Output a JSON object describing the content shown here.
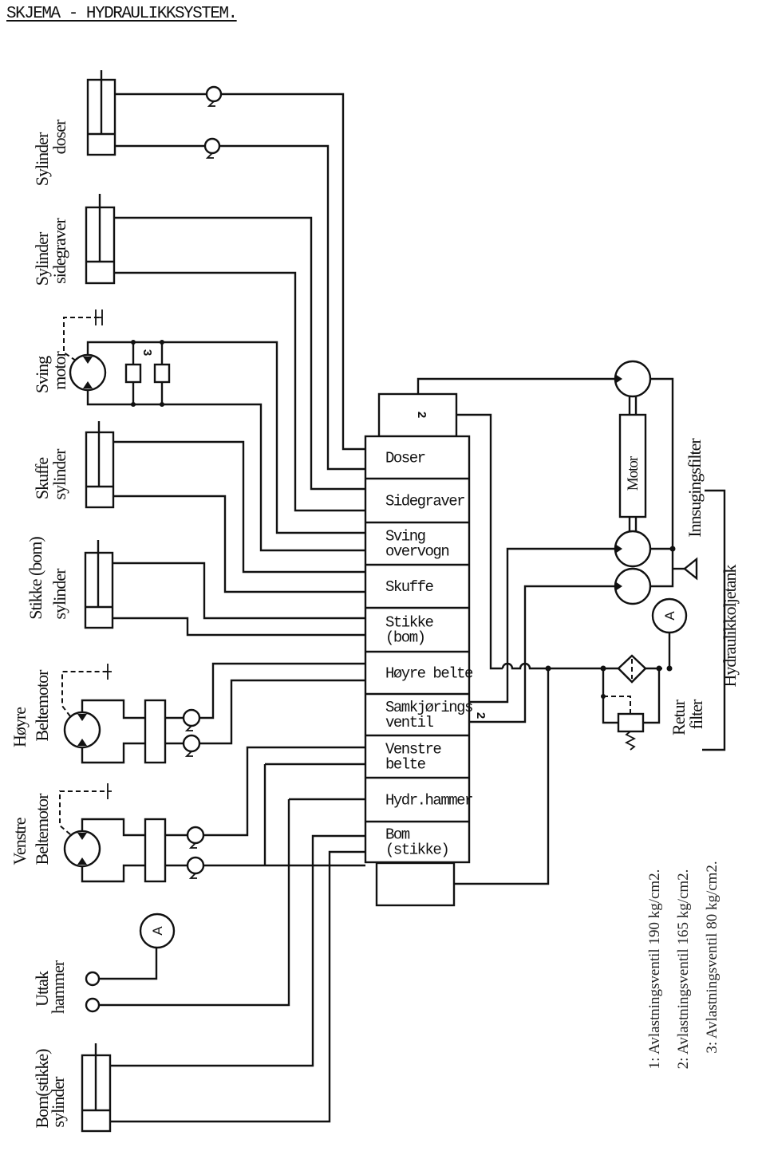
{
  "title": "SKJEMA - HYDRAULIKKSYSTEM.",
  "components": {
    "cyl_doser": [
      "Sylinder",
      "doser"
    ],
    "cyl_sidegraver": [
      "Sylinder",
      "sidegraver"
    ],
    "sving_motor": [
      "Sving",
      "motor"
    ],
    "cyl_skuffe": [
      "Skuffe",
      "sylinder"
    ],
    "cyl_stikke": [
      "Stikke (bom)",
      "sylinder"
    ],
    "hoyre_beltemotor": [
      "Høyre",
      "Beltemotor"
    ],
    "venstre_beltemotor": [
      "Venstre",
      "Beltemotor"
    ],
    "uttak_hammer": [
      "Uttak",
      "hammer"
    ],
    "cyl_bom": [
      "Bom(stikke)",
      "sylinder"
    ]
  },
  "valve_block": {
    "relief_top_label": "2",
    "relief_side_label": "2",
    "swing_relief_label": "3",
    "sections": [
      [
        "Doser"
      ],
      [
        "Sidegraver"
      ],
      [
        "Sving",
        "overvogn"
      ],
      [
        "Skuffe"
      ],
      [
        "Stikke",
        "(bom)"
      ],
      [
        "Høyre belte"
      ],
      [
        "Samkjørings",
        "ventil"
      ],
      [
        "Venstre",
        "belte"
      ],
      [
        "Hydr.hammer"
      ],
      [
        "Bom",
        "(stikke)"
      ]
    ]
  },
  "power_unit": {
    "motor_label": "Motor",
    "suction_filter_label": "Innsugingsfilter",
    "tank_label": "Hydraulikkoljetank",
    "return_filter_label": [
      "Retur",
      "filter"
    ],
    "gauge_label": "A"
  },
  "notes": [
    "1: Avlastningsventil 190 kg/cm2.",
    "2: Avlastningsventil 165 kg/cm2.",
    "3: Avlastningsventil 80 kg/cm2."
  ]
}
